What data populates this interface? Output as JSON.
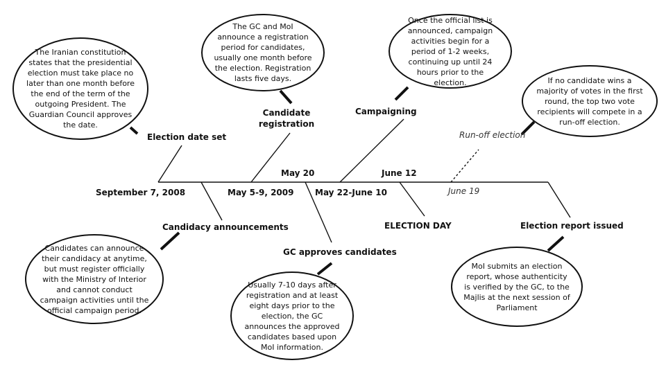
{
  "events": {
    "election_date_set": "Election date set",
    "candidate_registration_line1": "Candidate",
    "candidate_registration_line2": "registration",
    "campaigning": "Campaigning",
    "run_off_election": "Run-off election",
    "candidacy_announcements": "Candidacy announcements",
    "gc_approves_candidates": "GC approves candidates",
    "election_day": "ELECTION DAY",
    "election_report_issued": "Election report issued"
  },
  "dates": {
    "sep_7_2008": "September 7, 2008",
    "may_5_9_2009": "May 5-9, 2009",
    "may_20": "May 20",
    "may_22_june_10": "May 22-June 10",
    "june_12": "June 12",
    "june_19": "June 19"
  },
  "bubbles": {
    "constitution": "The Iranian constitution states that the presidential election must take place no later than one month before the end of the term of the outgoing President. The Guardian Council approves the date.",
    "registration": "The GC and MoI announce a registration period for candidates, usually one month before the election. Registration lasts five days.",
    "campaign": "Once the official list is announced, campaign activities begin for a period of 1-2 weeks, continuing up until 24 hours prior to the election.",
    "runoff": "If no candidate wins a majority of votes in the first round, the top two vote recipients will compete in a run-off election.",
    "candidacy": "Candidates can announce their candidacy at anytime, but must register officially with the Ministry of Interior and cannot conduct campaign activities until the official campaign period.",
    "approval": "Usually 7-10 days after registration and at least eight days prior to the election, the GC announces the approved candidates based upon MoI information.",
    "report": "MoI submits an election report, whose authenticity is verified by the GC, to the Majlis at the next session of Parliament"
  }
}
